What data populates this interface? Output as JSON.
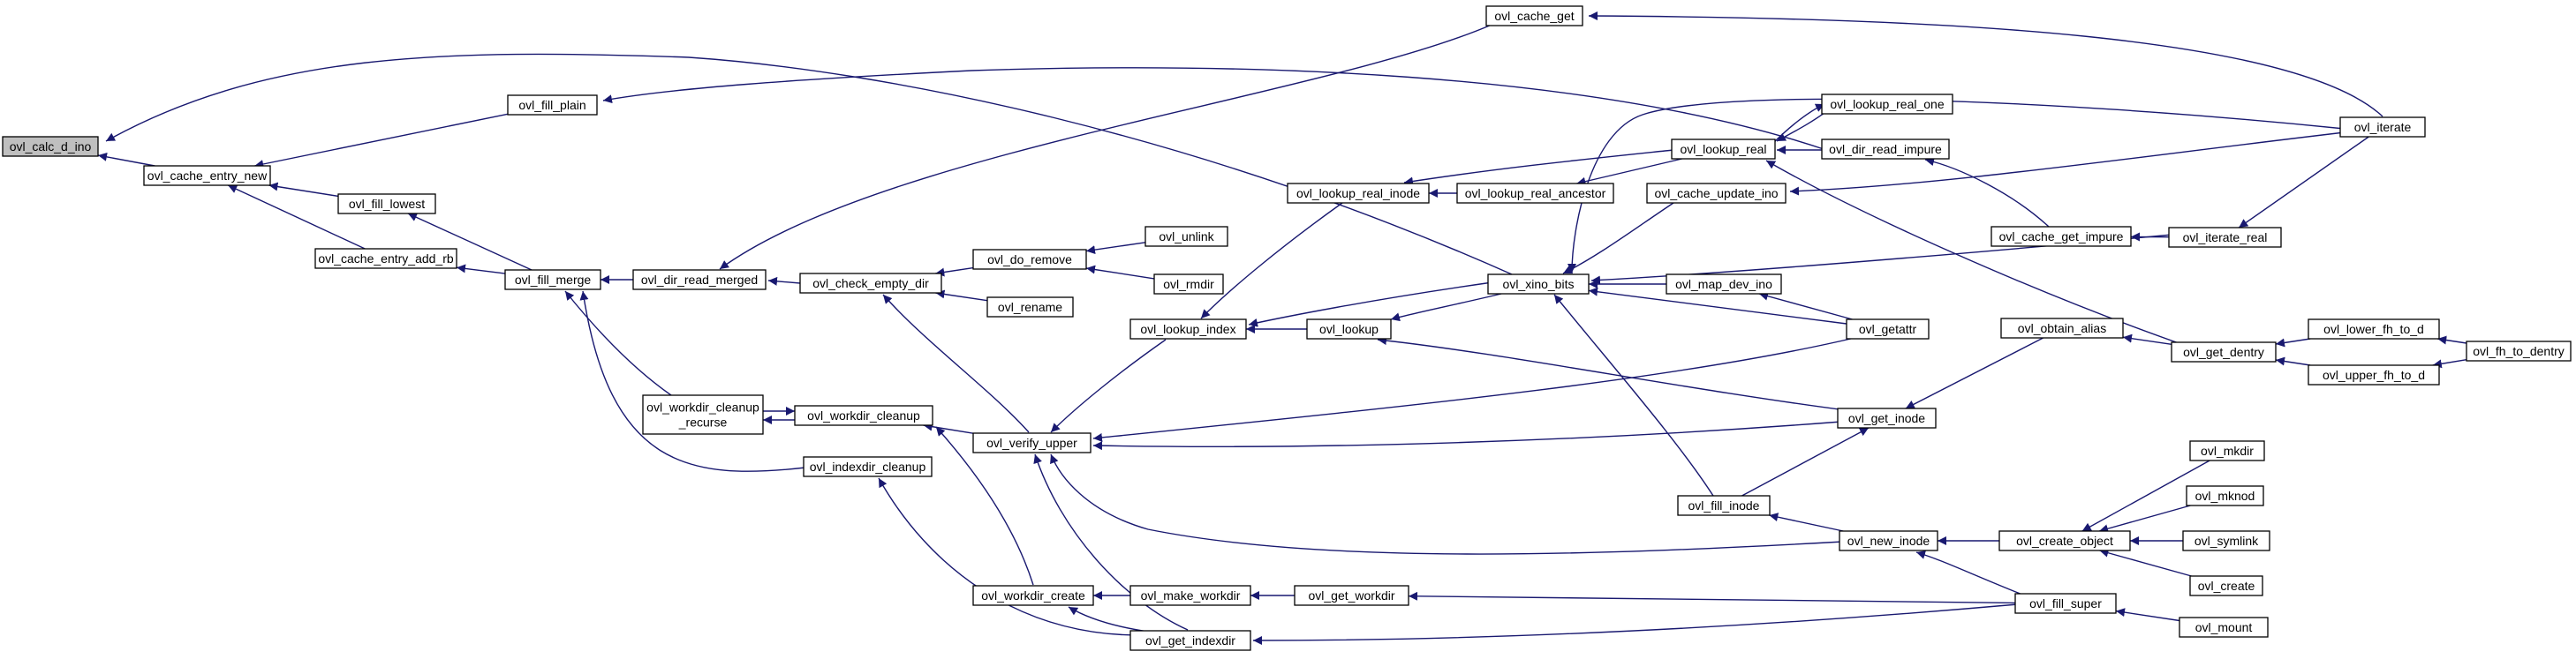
{
  "graph": {
    "root_color": "#bfbfbf",
    "edge_color": "#191970",
    "nodes": {
      "calc_d_ino": "ovl_calc_d_ino",
      "cache_entry_new": "ovl_cache_entry_new",
      "fill_plain": "ovl_fill_plain",
      "fill_lowest": "ovl_fill_lowest",
      "cache_entry_add_rb": "ovl_cache_entry_add_rb",
      "fill_merge": "ovl_fill_merge",
      "dir_read_merged": "ovl_dir_read_merged",
      "workdir_cleanup_recurse_1": "ovl_workdir_cleanup",
      "workdir_cleanup_recurse_2": "_recurse",
      "workdir_cleanup": "ovl_workdir_cleanup",
      "indexdir_cleanup": "ovl_indexdir_cleanup",
      "check_empty_dir": "ovl_check_empty_dir",
      "do_remove": "ovl_do_remove",
      "rename": "ovl_rename",
      "unlink": "ovl_unlink",
      "rmdir": "ovl_rmdir",
      "verify_upper": "ovl_verify_upper",
      "workdir_create": "ovl_workdir_create",
      "make_workdir": "ovl_make_workdir",
      "get_indexdir": "ovl_get_indexdir",
      "get_workdir": "ovl_get_workdir",
      "lookup_index": "ovl_lookup_index",
      "lookup_real_inode": "ovl_lookup_real_inode",
      "lookup_real_ancestor": "ovl_lookup_real_ancestor",
      "lookup": "ovl_lookup",
      "xino_bits": "ovl_xino_bits",
      "cache_get": "ovl_cache_get",
      "lookup_real": "ovl_lookup_real",
      "lookup_real_one": "ovl_lookup_real_one",
      "dir_read_impure": "ovl_dir_read_impure",
      "cache_update_ino": "ovl_cache_update_ino",
      "map_dev_ino": "ovl_map_dev_ino",
      "getattr": "ovl_getattr",
      "get_inode": "ovl_get_inode",
      "fill_inode": "ovl_fill_inode",
      "new_inode": "ovl_new_inode",
      "obtain_alias": "ovl_obtain_alias",
      "create_object": "ovl_create_object",
      "fill_super": "ovl_fill_super",
      "cache_get_impure": "ovl_cache_get_impure",
      "get_dentry": "ovl_get_dentry",
      "iterate": "ovl_iterate",
      "iterate_real": "ovl_iterate_real",
      "lower_fh_to_d": "ovl_lower_fh_to_d",
      "upper_fh_to_d": "ovl_upper_fh_to_d",
      "fh_to_dentry": "ovl_fh_to_dentry",
      "mkdir": "ovl_mkdir",
      "mknod": "ovl_mknod",
      "symlink": "ovl_symlink",
      "create": "ovl_create",
      "mount": "ovl_mount"
    },
    "edges": [
      [
        "cache_entry_new",
        "calc_d_ino"
      ],
      [
        "xino_bits",
        "calc_d_ino"
      ],
      [
        "fill_plain",
        "cache_entry_new"
      ],
      [
        "fill_lowest",
        "cache_entry_new"
      ],
      [
        "cache_entry_add_rb",
        "cache_entry_new"
      ],
      [
        "dir_read_impure",
        "fill_plain"
      ],
      [
        "fill_merge",
        "fill_lowest"
      ],
      [
        "fill_merge",
        "cache_entry_add_rb"
      ],
      [
        "dir_read_merged",
        "fill_merge"
      ],
      [
        "workdir_cleanup_recurse",
        "fill_merge"
      ],
      [
        "indexdir_cleanup",
        "fill_merge"
      ],
      [
        "cache_get",
        "dir_read_merged"
      ],
      [
        "check_empty_dir",
        "dir_read_merged"
      ],
      [
        "do_remove",
        "check_empty_dir"
      ],
      [
        "rename",
        "check_empty_dir"
      ],
      [
        "verify_upper",
        "check_empty_dir"
      ],
      [
        "unlink",
        "do_remove"
      ],
      [
        "rmdir",
        "do_remove"
      ],
      [
        "workdir_cleanup",
        "workdir_cleanup_recurse"
      ],
      [
        "workdir_cleanup_recurse",
        "workdir_cleanup"
      ],
      [
        "workdir_create",
        "workdir_cleanup"
      ],
      [
        "verify_upper",
        "workdir_cleanup"
      ],
      [
        "get_indexdir",
        "indexdir_cleanup"
      ],
      [
        "lookup_index",
        "verify_upper"
      ],
      [
        "getattr",
        "verify_upper"
      ],
      [
        "get_inode",
        "verify_upper"
      ],
      [
        "new_inode",
        "verify_upper"
      ],
      [
        "get_indexdir",
        "verify_upper"
      ],
      [
        "make_workdir",
        "workdir_create"
      ],
      [
        "get_indexdir",
        "workdir_create"
      ],
      [
        "get_workdir",
        "make_workdir"
      ],
      [
        "fill_super",
        "get_workdir"
      ],
      [
        "fill_super",
        "get_indexdir"
      ],
      [
        "lookup_real_inode",
        "lookup_index"
      ],
      [
        "lookup",
        "lookup_index"
      ],
      [
        "xino_bits",
        "lookup_index"
      ],
      [
        "lookup_real_ancestor",
        "lookup_real_inode"
      ],
      [
        "lookup_real",
        "lookup_real_inode"
      ],
      [
        "lookup_real",
        "lookup_real_ancestor"
      ],
      [
        "xino_bits",
        "lookup"
      ],
      [
        "get_inode",
        "lookup"
      ],
      [
        "iterate",
        "xino_bits"
      ],
      [
        "cache_update_ino",
        "xino_bits"
      ],
      [
        "iterate_real",
        "xino_bits"
      ],
      [
        "map_dev_ino",
        "xino_bits"
      ],
      [
        "getattr",
        "xino_bits"
      ],
      [
        "fill_inode",
        "xino_bits"
      ],
      [
        "iterate",
        "cache_get"
      ],
      [
        "lookup_real_one",
        "lookup_real"
      ],
      [
        "dir_read_impure",
        "lookup_real"
      ],
      [
        "get_dentry",
        "lookup_real"
      ],
      [
        "lookup_real",
        "lookup_real_one"
      ],
      [
        "cache_get_impure",
        "dir_read_impure"
      ],
      [
        "iterate",
        "cache_update_ino"
      ],
      [
        "getattr",
        "map_dev_ino"
      ],
      [
        "obtain_alias",
        "get_inode"
      ],
      [
        "fill_inode",
        "get_inode"
      ],
      [
        "new_inode",
        "fill_inode"
      ],
      [
        "create_object",
        "new_inode"
      ],
      [
        "fill_super",
        "new_inode"
      ],
      [
        "get_dentry",
        "obtain_alias"
      ],
      [
        "mkdir",
        "create_object"
      ],
      [
        "mknod",
        "create_object"
      ],
      [
        "symlink",
        "create_object"
      ],
      [
        "create",
        "create_object"
      ],
      [
        "mount",
        "fill_super"
      ],
      [
        "iterate_real",
        "cache_get_impure"
      ],
      [
        "iterate",
        "iterate_real"
      ],
      [
        "lower_fh_to_d",
        "get_dentry"
      ],
      [
        "upper_fh_to_d",
        "get_dentry"
      ],
      [
        "fh_to_dentry",
        "lower_fh_to_d"
      ],
      [
        "fh_to_dentry",
        "upper_fh_to_d"
      ]
    ]
  }
}
